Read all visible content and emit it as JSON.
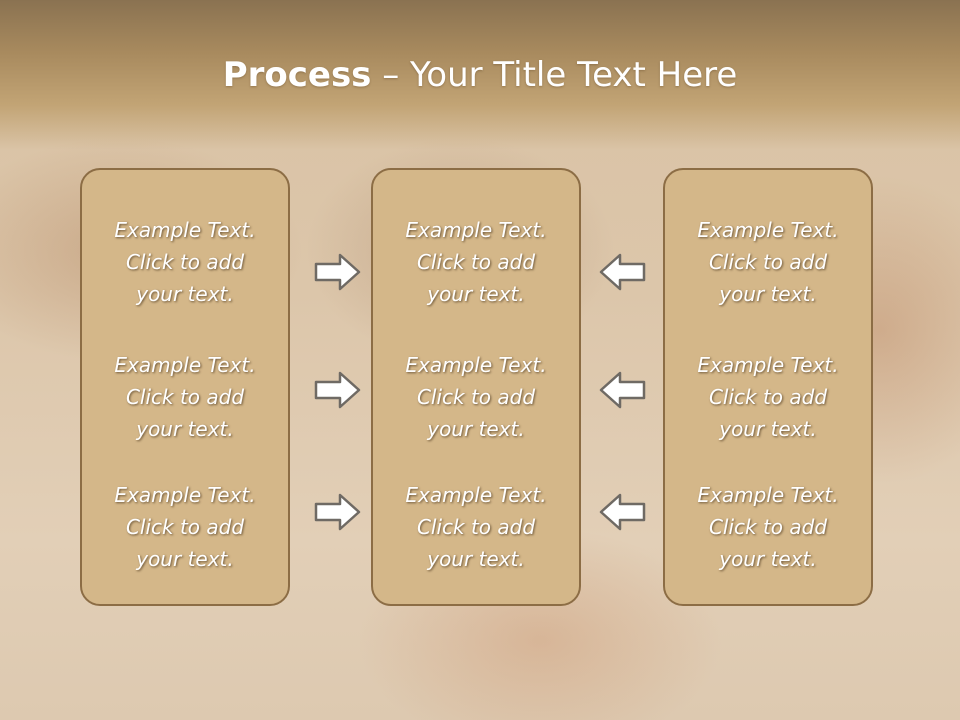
{
  "title": {
    "bold": "Process",
    "rest": " – Your Title Text Here"
  },
  "columns": [
    {
      "items": [
        {
          "lines": [
            "Example Text.",
            "Click  to add",
            "your text."
          ]
        },
        {
          "lines": [
            "Example Text.",
            "Click  to add",
            "your text."
          ]
        },
        {
          "lines": [
            "Example Text.",
            "Click  to add",
            "your text."
          ]
        }
      ]
    },
    {
      "items": [
        {
          "lines": [
            "Example Text.",
            "Click  to add",
            "your text."
          ]
        },
        {
          "lines": [
            "Example Text.",
            "Click  to add",
            "your text."
          ]
        },
        {
          "lines": [
            "Example Text.",
            "Click  to add",
            "your text."
          ]
        }
      ]
    },
    {
      "items": [
        {
          "lines": [
            "Example Text.",
            "Click  to add",
            "your text."
          ]
        },
        {
          "lines": [
            "Example Text.",
            "Click  to add",
            "your text."
          ]
        },
        {
          "lines": [
            "Example Text.",
            "Click  to add",
            "your text."
          ]
        }
      ]
    }
  ],
  "arrows": {
    "left_group": "arrow-right-icon",
    "right_group": "arrow-left-icon"
  },
  "colors": {
    "box_fill": "#d4b789",
    "box_border": "#8c6d45",
    "title_band": "#a88a5e",
    "text": "#ffffff"
  }
}
